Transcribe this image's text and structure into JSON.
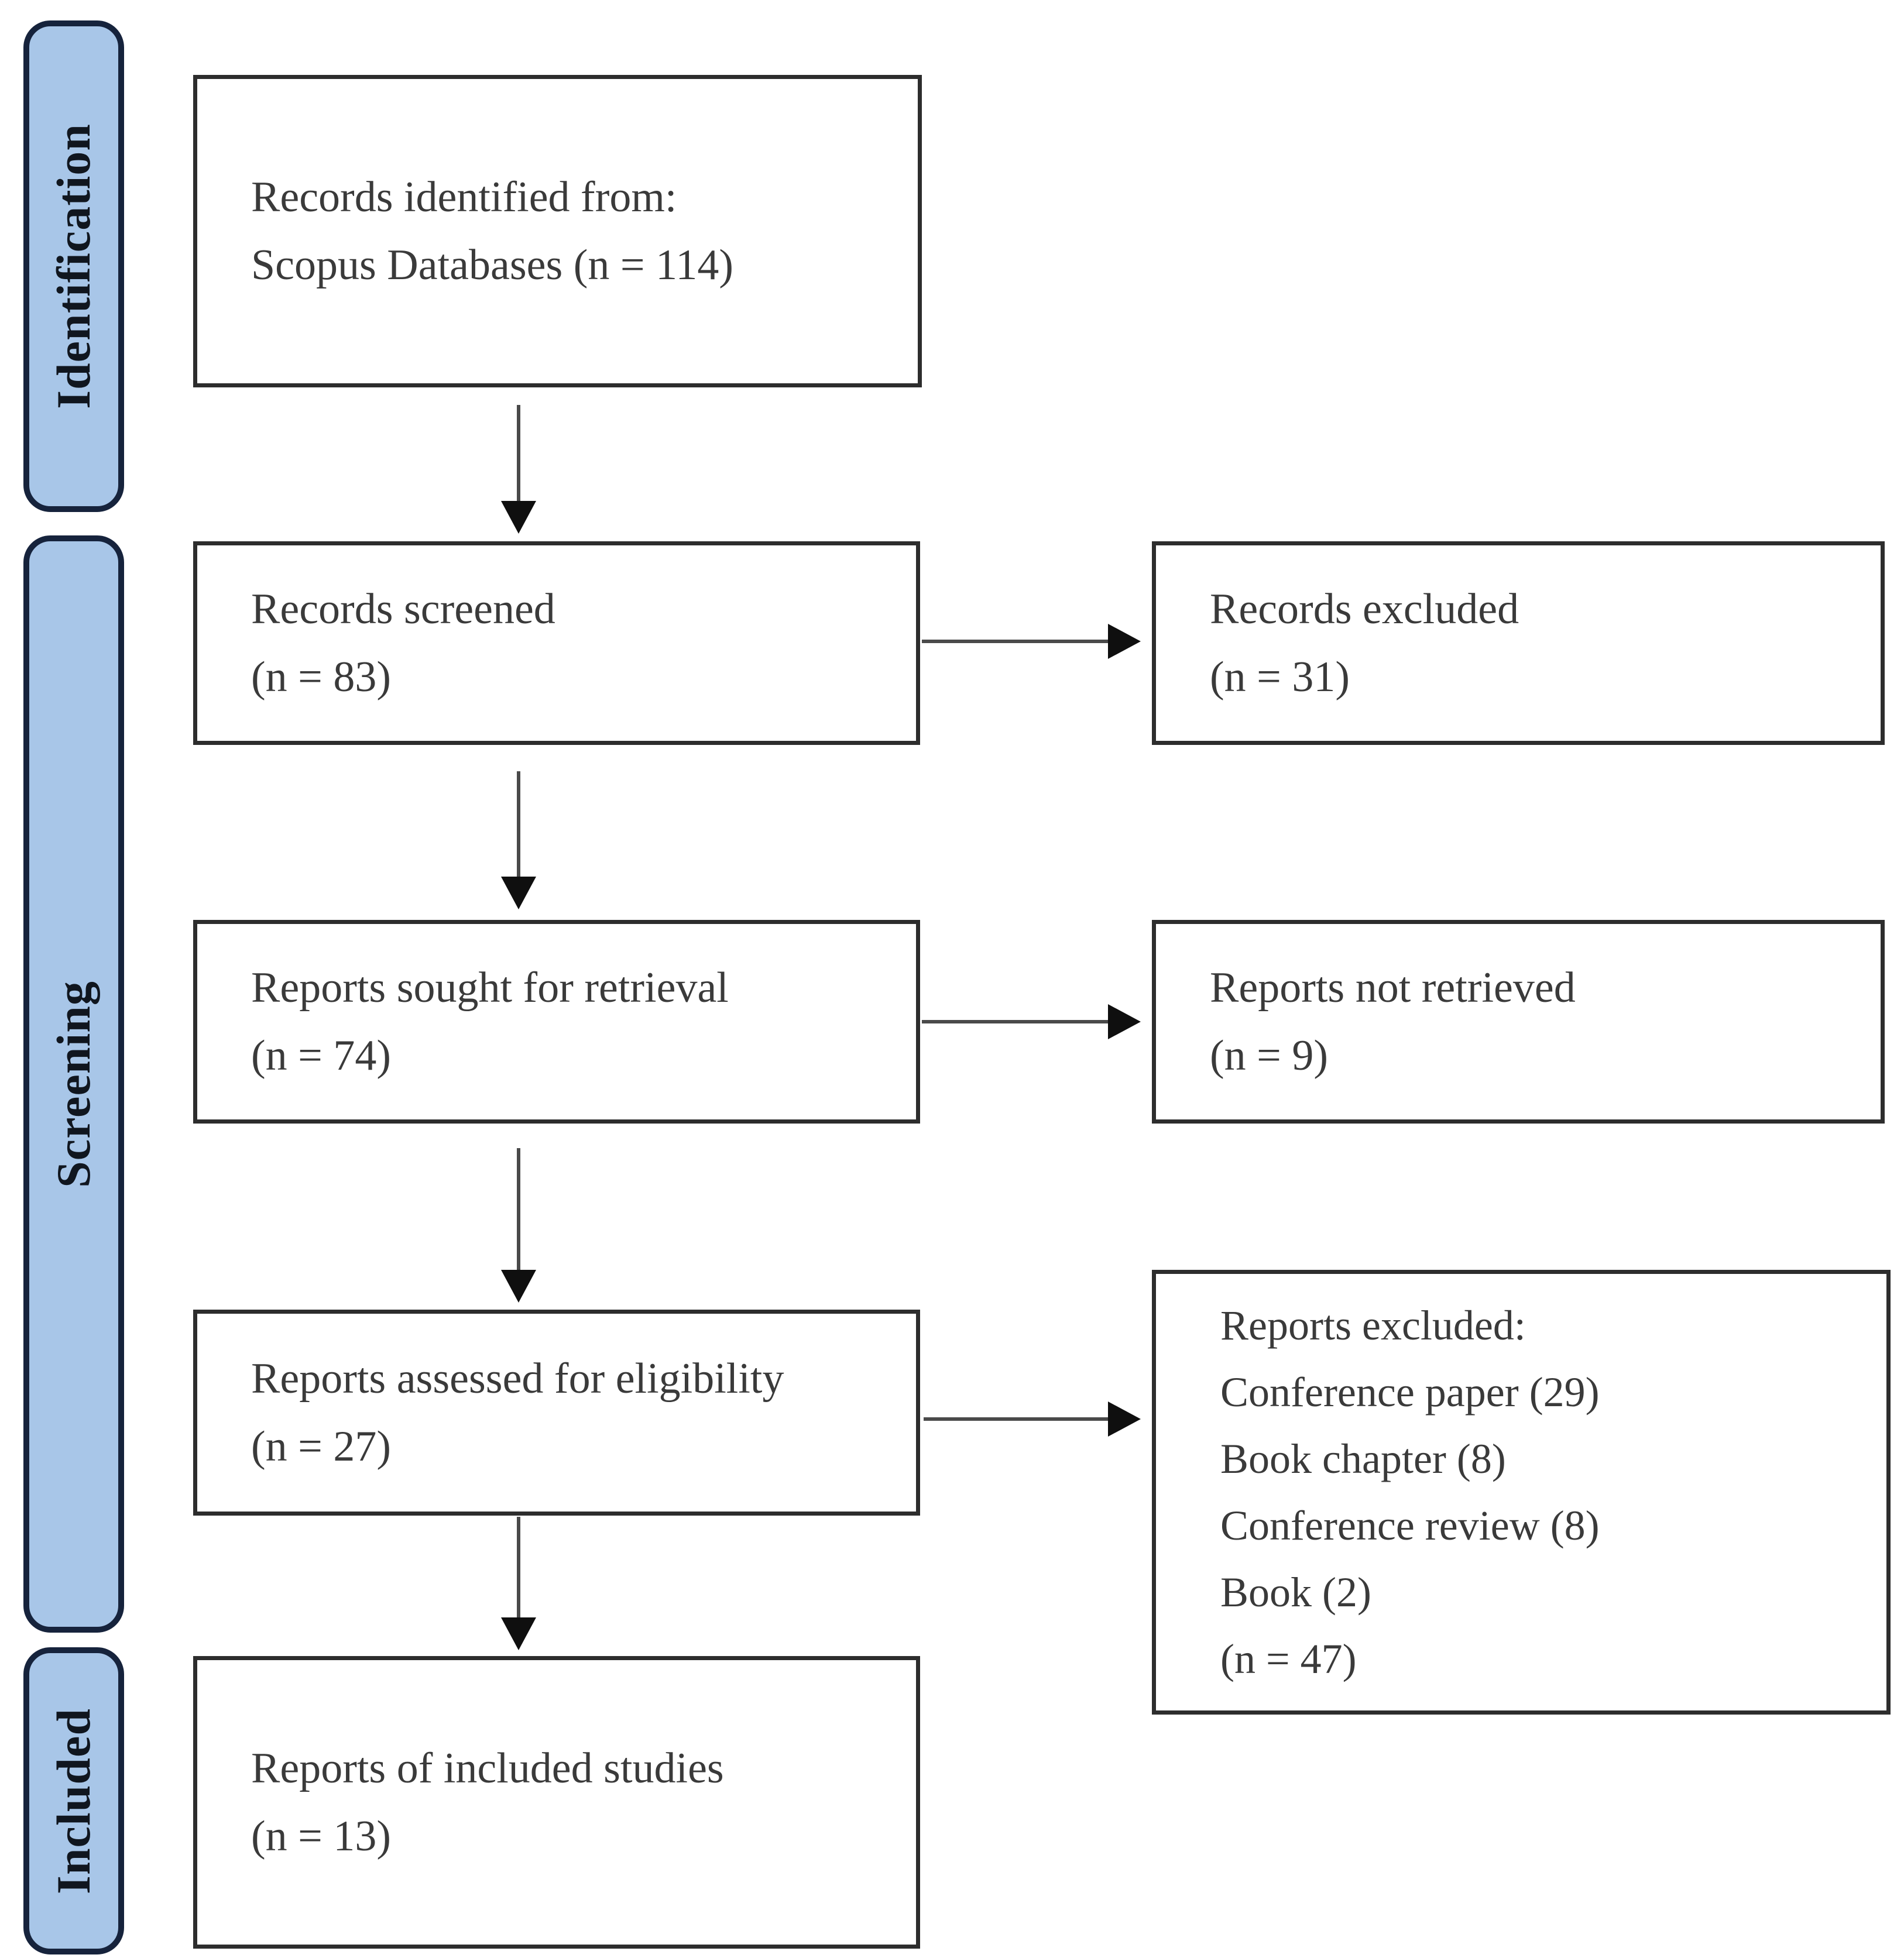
{
  "diagram": {
    "type": "prisma-flow",
    "stages": [
      {
        "label": "Identification"
      },
      {
        "label": "Screening"
      },
      {
        "label": "Included"
      }
    ],
    "boxes": {
      "identified": {
        "lines": [
          "Records identified from:",
          "Scopus Databases (n = 114)"
        ]
      },
      "screened": {
        "lines": [
          "Records screened",
          "(n = 83)"
        ]
      },
      "excluded": {
        "lines": [
          "Records excluded",
          "(n = 31)"
        ]
      },
      "sought": {
        "lines": [
          "Reports sought for retrieval",
          "(n = 74)"
        ]
      },
      "not_retrieved": {
        "lines": [
          "Reports not retrieved",
          "(n = 9)"
        ]
      },
      "assessed": {
        "lines": [
          "Reports assessed for eligibility",
          "(n = 27)"
        ]
      },
      "reports_excluded": {
        "lines": [
          "Reports excluded:",
          "Conference paper (29)",
          "Book chapter (8)",
          "Conference review (8)",
          "Book (2)",
          "(n = 47)"
        ]
      },
      "included_studies": {
        "lines": [
          "Reports of included studies",
          "(n = 13)"
        ]
      }
    },
    "colors": {
      "stage_fill": "#A8C6E8",
      "stage_border": "#16233C",
      "box_border": "#2D2D2D",
      "text": "#3A3A3A",
      "arrow_line": "#4A4A4A",
      "arrow_head": "#0F0F0F",
      "background": "#FFFFFF"
    }
  }
}
